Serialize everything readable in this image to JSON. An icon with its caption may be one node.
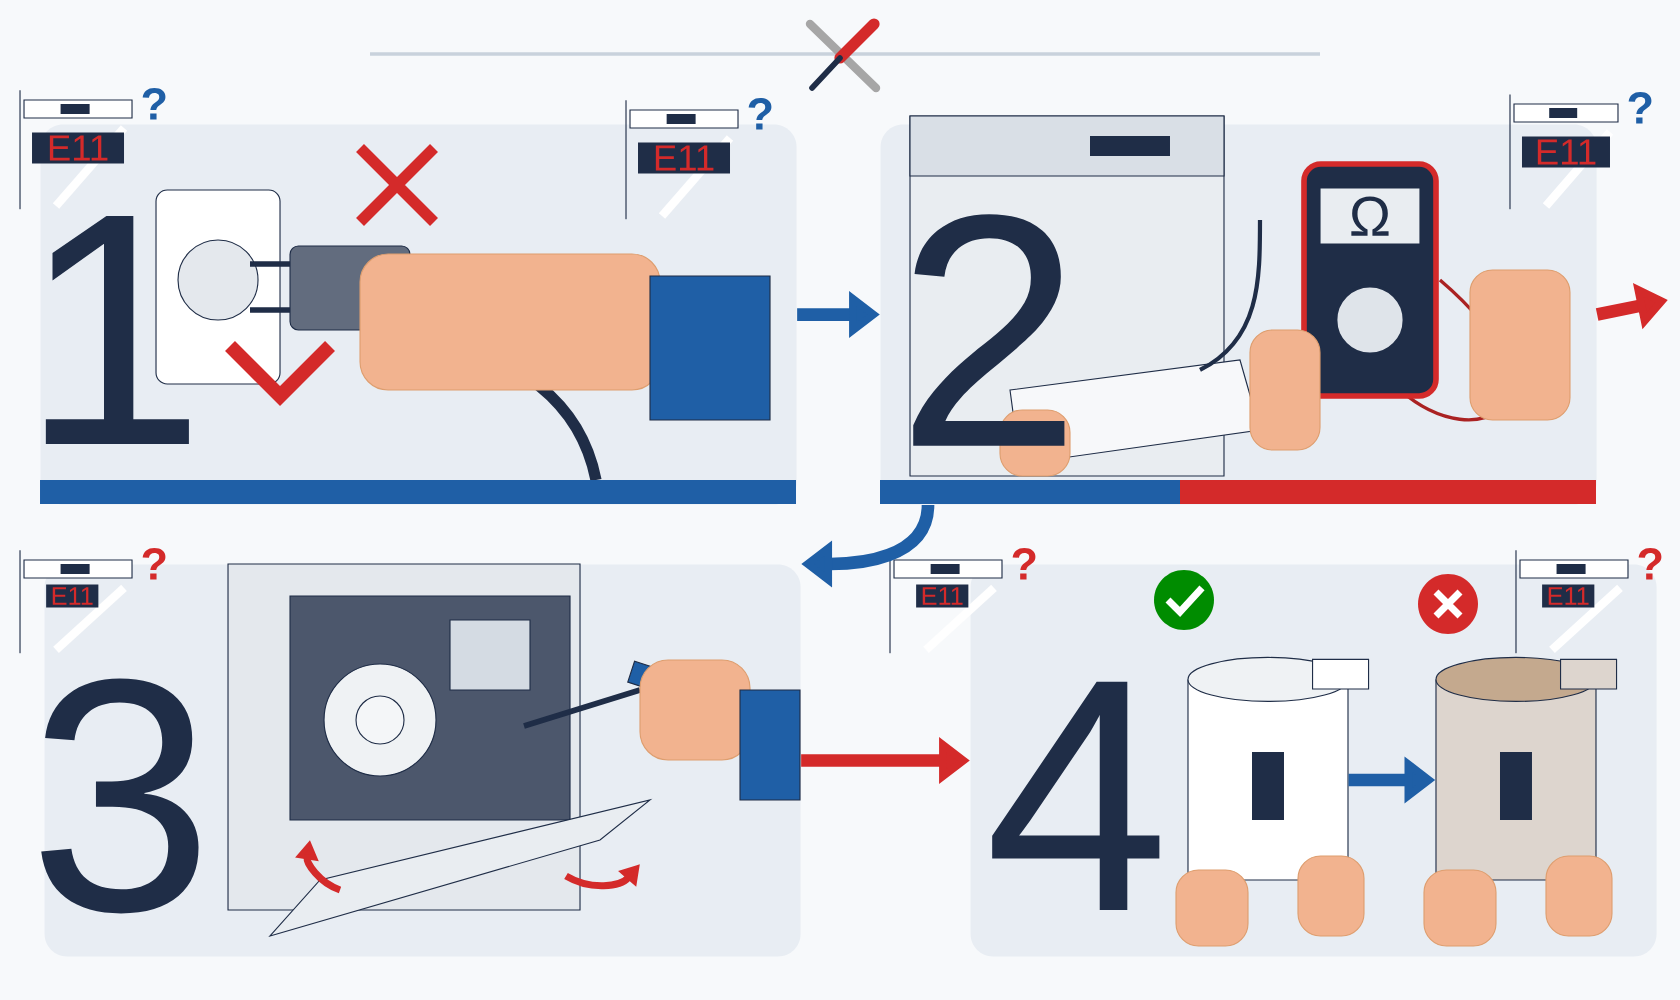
{
  "diagram": {
    "nodes": [
      {
        "text": [
          "E11"
        ],
        "beside": [
          "?"
        ]
      },
      {
        "text": [
          "1"
        ]
      },
      {
        "text": [
          "E11"
        ],
        "beside": [
          "?"
        ],
        "in": 1
      },
      {
        "text": [
          "E11"
        ],
        "beside": [
          "?"
        ]
      },
      {
        "text": [
          "2"
        ]
      },
      {
        "text": [
          "Ω"
        ],
        "in": 4
      },
      {
        "text": [
          "E11"
        ],
        "beside": [
          "?"
        ],
        "in": 7
      },
      {
        "text": [
          "3"
        ]
      },
      {
        "text": [
          "E11"
        ],
        "beside": [
          "?"
        ]
      },
      {
        "text": [
          "4"
        ]
      },
      {
        "text": [
          "E11"
        ],
        "beside": [
          "?"
        ],
        "in": 9
      },
      {
        "text": [],
        "shape": "picture",
        "in": 9
      },
      {
        "text": [],
        "shape": "picture",
        "in": 9
      }
    ],
    "edges": [
      {
        "from": 1,
        "to": 4,
        "arrow": "to"
      },
      {
        "from": 4,
        "to": null,
        "arrow": "to",
        "color": "#d42a2a"
      },
      {
        "from": 4,
        "to": 7,
        "arrow": "to"
      },
      {
        "from": 7,
        "to": 9,
        "arrow": "to",
        "color": "#d42a2a"
      },
      {
        "from": 11,
        "to": 12,
        "arrow": "to"
      }
    ]
  }
}
